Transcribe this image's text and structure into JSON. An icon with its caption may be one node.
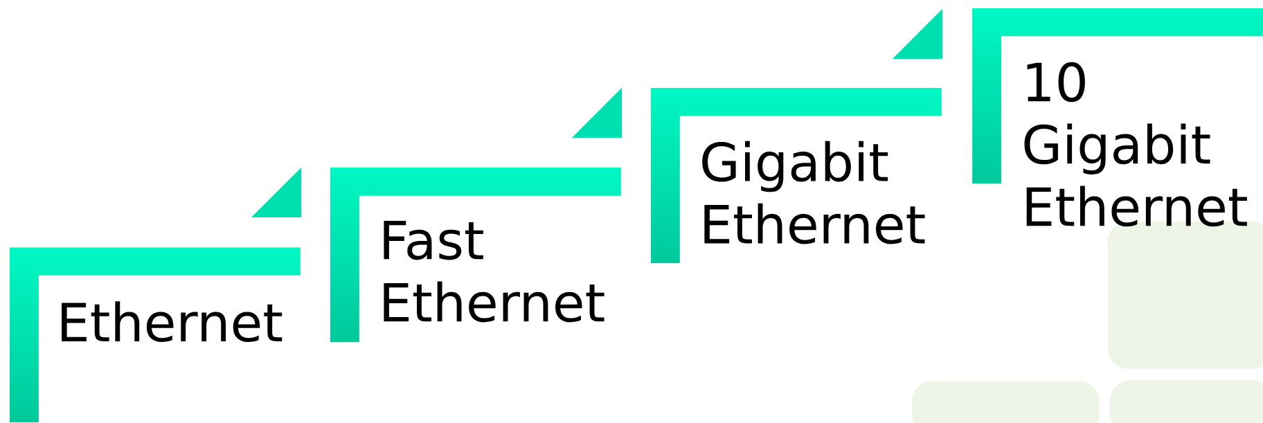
{
  "diagram": {
    "nodes": [
      {
        "text": [
          "Ethernet"
        ]
      },
      {
        "text": [
          "Fast Ethernet"
        ]
      },
      {
        "text": [
          "Gigabit Ethernet"
        ]
      },
      {
        "text": [
          "10 Gigabit Ethernet"
        ]
      }
    ]
  }
}
